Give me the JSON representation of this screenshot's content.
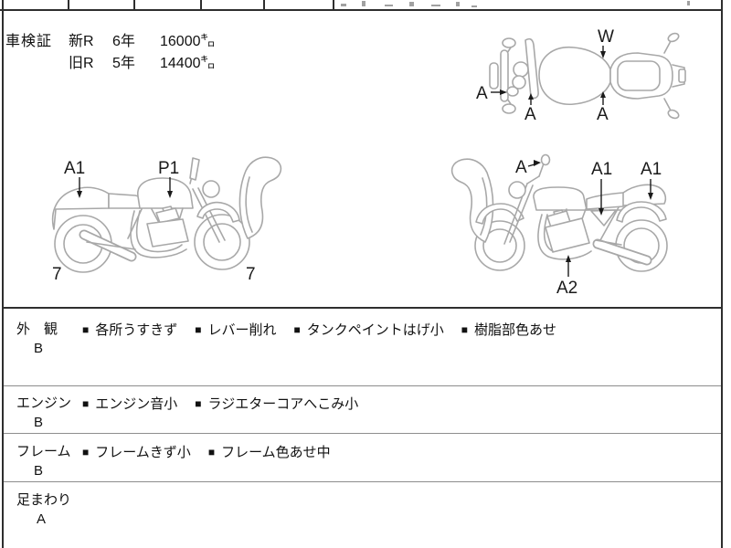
{
  "ui": {
    "bullet": "■"
  },
  "shaken": {
    "label": "車検証",
    "rows": [
      {
        "era": "新R",
        "year": "6年",
        "mileage": "16000㌔"
      },
      {
        "era": "旧R",
        "year": "5年",
        "mileage": "14400㌔"
      }
    ]
  },
  "diagrams": {
    "top_view": {
      "width": "W",
      "lever": "A",
      "front": "A",
      "seat": "A"
    },
    "left_side": {
      "rear_cowl": "A1",
      "tank": "P1",
      "rear_tire": "7",
      "front_tire": "7"
    },
    "right_side": {
      "mirror": "A",
      "side_cover": "A1",
      "rear_cowl": "A1",
      "engine": "A2"
    }
  },
  "conditions": [
    {
      "category": "外　観",
      "grade": "B",
      "notes": [
        "各所うすきず",
        "レバー削れ",
        "タンクペイントはげ小",
        "樹脂部色あせ"
      ]
    },
    {
      "category": "エンジン",
      "grade": "B",
      "notes": [
        "エンジン音小",
        "ラジエターコアへこみ小"
      ]
    },
    {
      "category": "フレーム",
      "grade": "B",
      "notes": [
        "フレームきず小",
        "フレーム色あせ中"
      ]
    },
    {
      "category": "足まわり",
      "grade": "A",
      "notes": []
    }
  ]
}
